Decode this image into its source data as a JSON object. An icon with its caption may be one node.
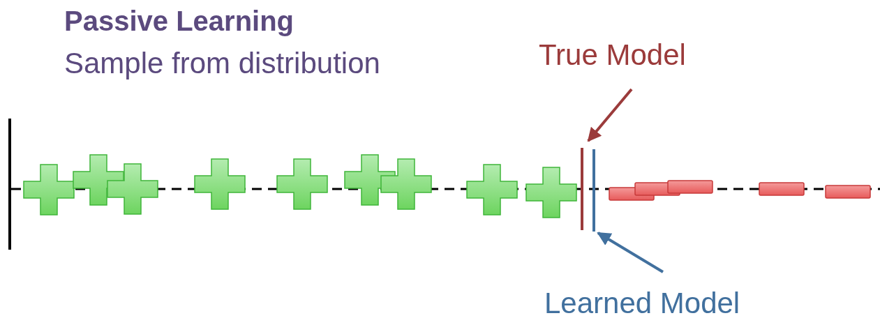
{
  "diagram": {
    "title": "Passive Learning",
    "nodes": [
      {
        "text": [
          "True Model"
        ]
      },
      {
        "text": [],
        "shape": "bar"
      },
      {
        "text": [
          "Learned Model"
        ]
      },
      {
        "text": [],
        "shape": "bar"
      }
    ],
    "edges": [
      {
        "from": 0,
        "to": 1,
        "arrow": "to",
        "color": "#9b3b3b"
      },
      {
        "from": 2,
        "to": 3,
        "arrow": "to",
        "color": "#41709e"
      }
    ],
    "labels": [
      "Sample from distribution"
    ]
  }
}
